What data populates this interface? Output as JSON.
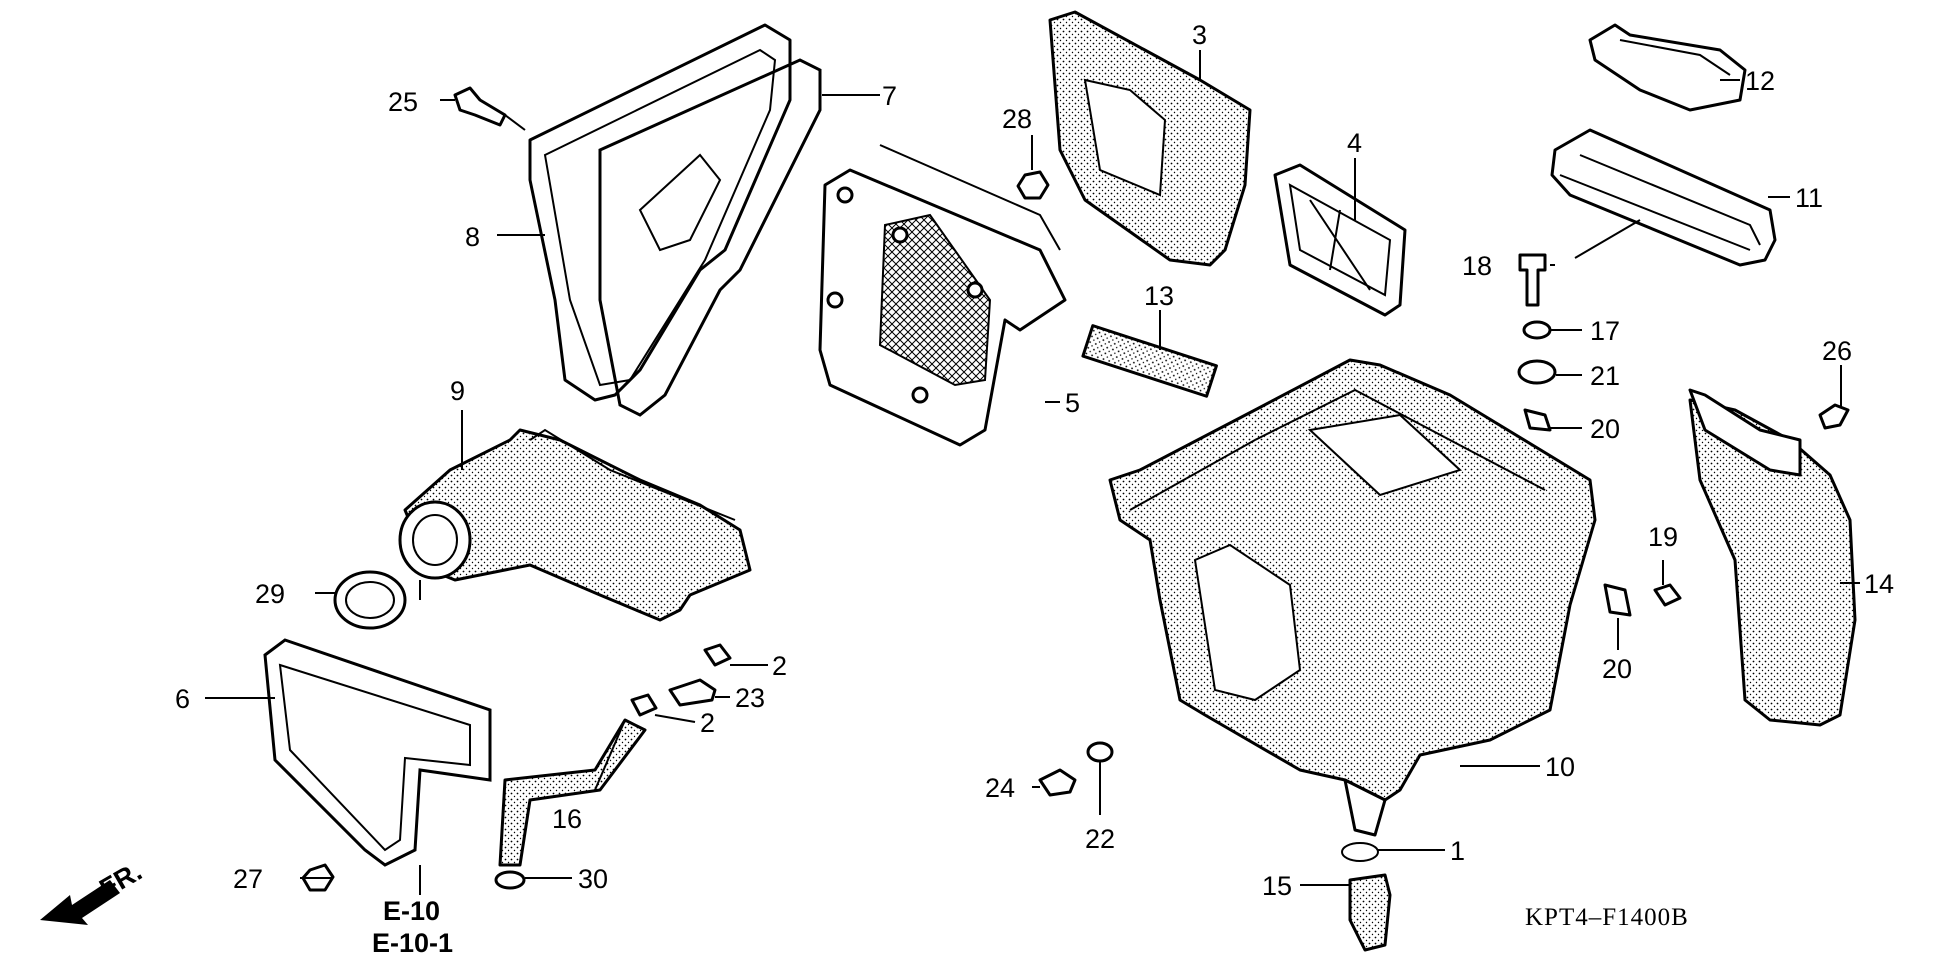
{
  "diagram": {
    "part_labels": {
      "p1": "1",
      "p2a": "2",
      "p2b": "2",
      "p3": "3",
      "p4": "4",
      "p5": "5",
      "p6": "6",
      "p7": "7",
      "p8": "8",
      "p9": "9",
      "p10": "10",
      "p11": "11",
      "p12": "12",
      "p13": "13",
      "p14": "14",
      "p15": "15",
      "p16": "16",
      "p17": "17",
      "p18": "18",
      "p19": "19",
      "p20a": "20",
      "p20b": "20",
      "p21": "21",
      "p22": "22",
      "p23": "23",
      "p24": "24",
      "p25": "25",
      "p26": "26",
      "p27": "27",
      "p28": "28",
      "p29": "29",
      "p30": "30"
    },
    "reference_labels": {
      "ref1": "E-10",
      "ref2": "E-10-1"
    },
    "direction_label": "FR.",
    "diagram_code": "KPT4–F1400B"
  }
}
